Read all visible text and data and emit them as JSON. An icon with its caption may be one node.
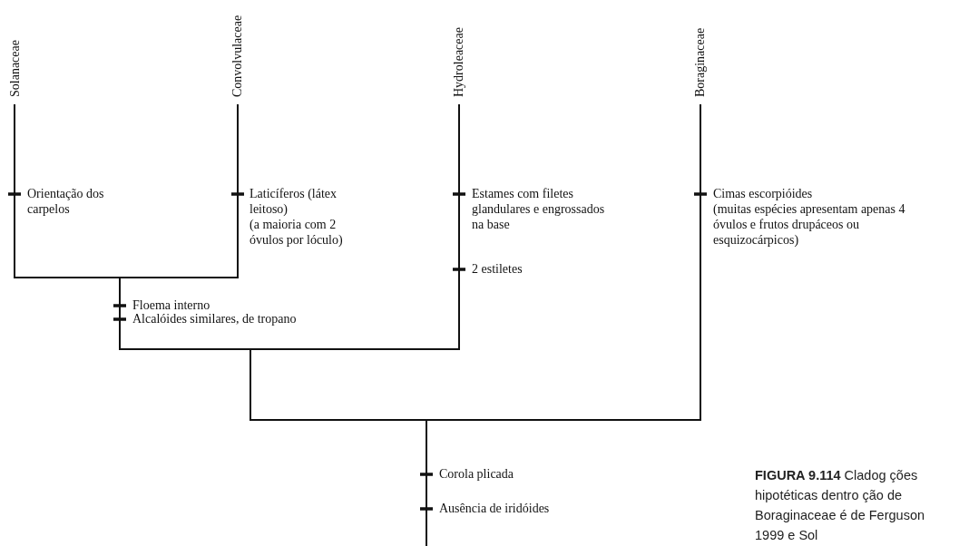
{
  "diagram": {
    "caption": "**FIGURA 9.114** Cladog ções hipotéticas dentro ção de Boraginaceae é de Ferguson 1999 e Sol",
    "nodes": [
      {
        "text": [
          "Solanaceae"
        ]
      },
      {
        "text": [
          "Convolvulaceae"
        ]
      },
      {
        "text": [
          "Hydroleaceae"
        ]
      },
      {
        "text": [
          "Boraginaceae"
        ]
      }
    ],
    "labels": [
      "Orientação dos carpelos",
      "Laticíferos (látex leitoso)",
      "(a maioria com 2 óvulos por lóculo)",
      "Estames com filetes glandulares e engrossados na base",
      "Cimas escorpióides",
      "(muitas espécies apresentam apenas 4 óvulos e frutos drupáceos ou esquizocárpicos)",
      "2 estiletes",
      "Floema interno",
      "Alcalóides similares, de tropano",
      "Corola plicada",
      "Ausência de iridóides"
    ]
  }
}
